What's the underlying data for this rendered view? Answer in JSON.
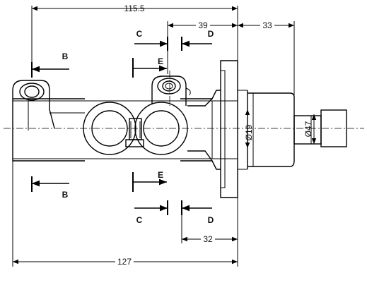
{
  "dimensions": {
    "overall_top": "115.5",
    "right_top_1": "39",
    "right_top_2": "33",
    "right_bottom": "32",
    "overall_bottom": "127",
    "diameter_outlet": "Ø47",
    "diameter_flange": "Ø19"
  },
  "section_labels": {
    "c_top": "C",
    "d_top": "D",
    "e_top": "E",
    "b_top": "B",
    "b_bottom": "B",
    "e_bottom": "E",
    "c_bottom": "C",
    "d_bottom": "D"
  }
}
